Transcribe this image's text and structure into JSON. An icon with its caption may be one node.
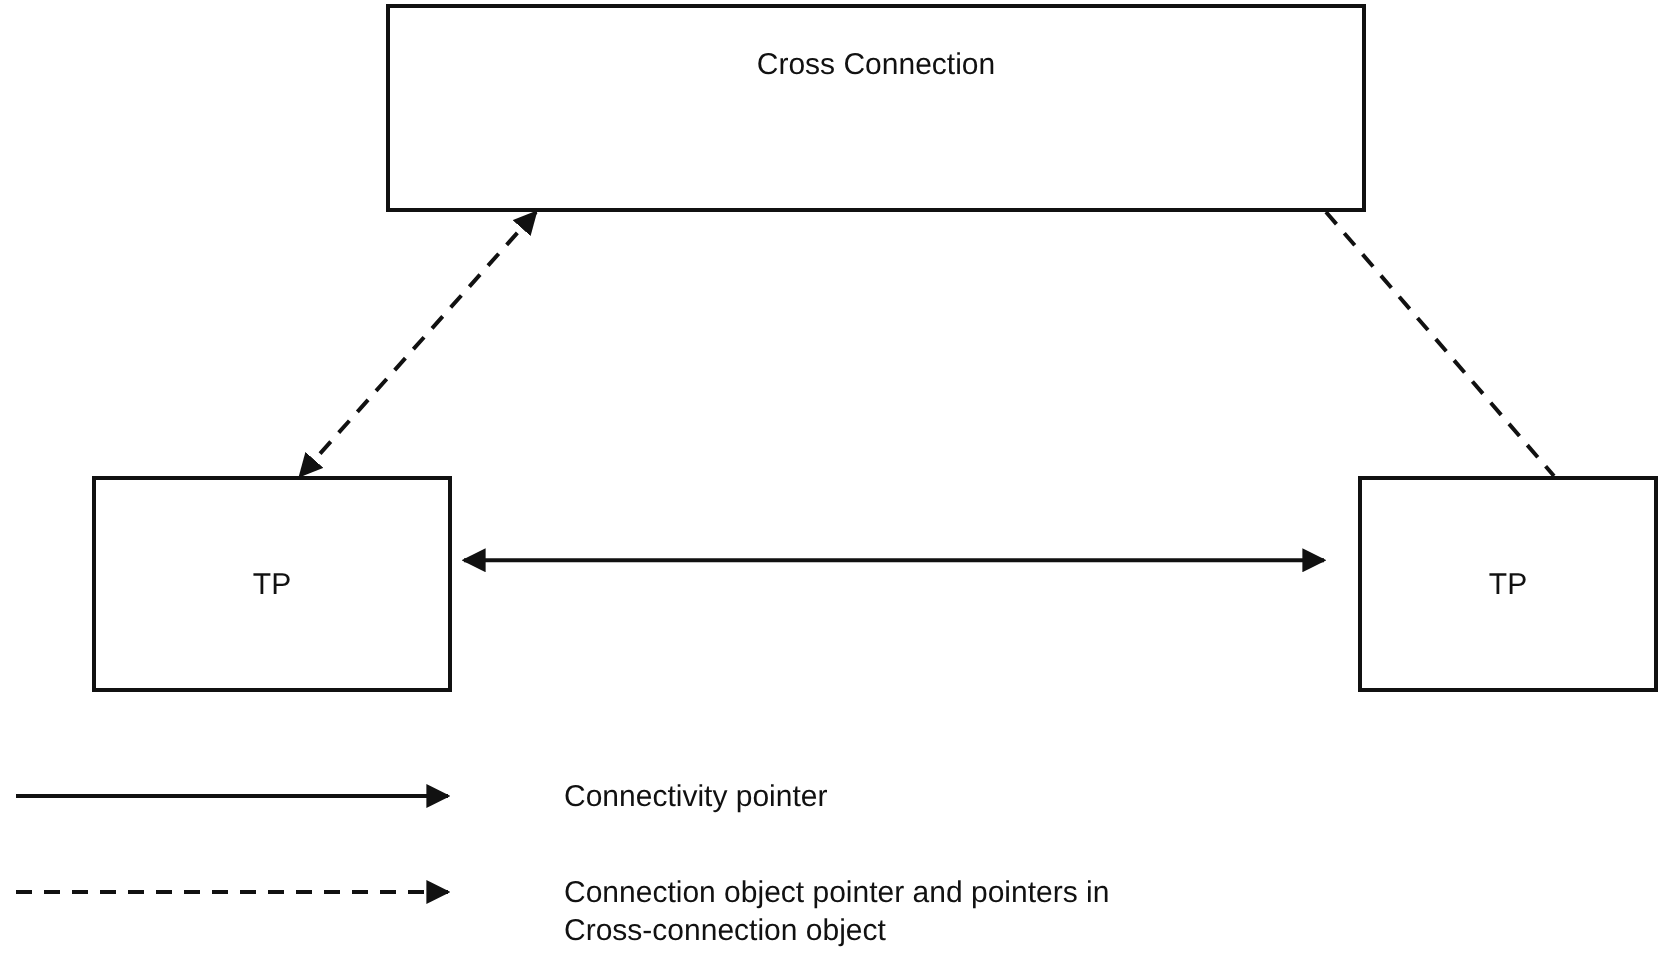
{
  "diagram": {
    "nodes": [
      {
        "text": [
          "Cross Connection"
        ]
      },
      {
        "text": [
          "TP"
        ]
      },
      {
        "text": [
          "TP"
        ]
      }
    ],
    "edges": [
      {
        "from": 0,
        "to": 1,
        "arrow": "both",
        "style": "dashed"
      },
      {
        "from": 0,
        "to": 2,
        "arrow": "none",
        "style": "dashed"
      },
      {
        "from": 1,
        "to": 2,
        "arrow": "both"
      }
    ],
    "legend": [
      {
        "text": "Connectivity pointer"
      },
      {
        "text": "Connection object pointer and pointers in Cross-connection object"
      }
    ]
  }
}
